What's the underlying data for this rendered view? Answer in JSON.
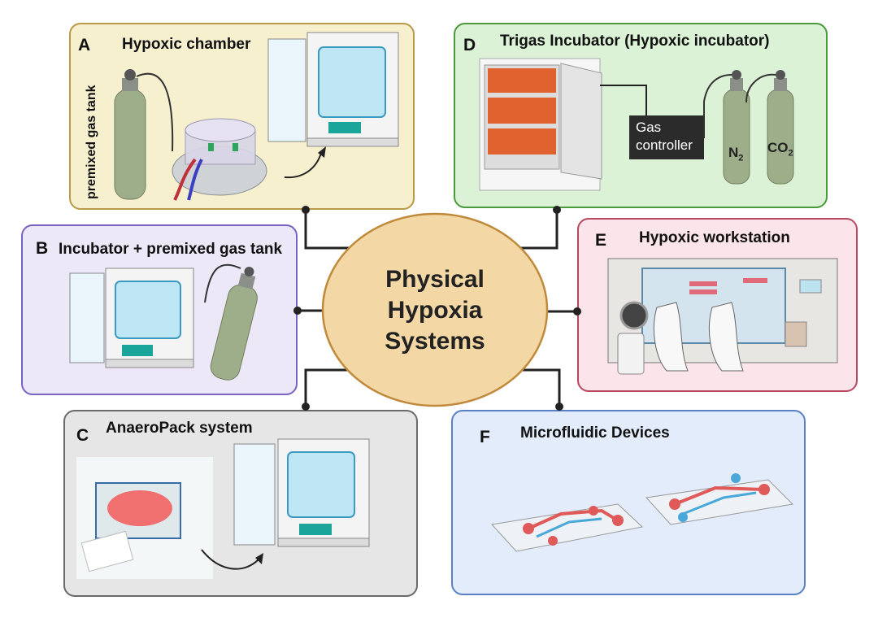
{
  "center": {
    "lines": [
      "Physical",
      "Hypoxia",
      "Systems"
    ]
  },
  "panels": {
    "A": {
      "letter": "A",
      "title": "Hypoxic chamber",
      "tank_label": "premixed gas tank"
    },
    "B": {
      "letter": "B",
      "title": "Incubator + premixed gas tank"
    },
    "C": {
      "letter": "C",
      "title": "AnaeroPack system"
    },
    "D": {
      "letter": "D",
      "title": "Trigas Incubator (Hypoxic incubator)",
      "controller_line1": "Gas",
      "controller_line2": "controller",
      "gas1": "N",
      "gas1_sub": "2",
      "gas2": "CO",
      "gas2_sub": "2"
    },
    "E": {
      "letter": "E",
      "title": "Hypoxic workstation"
    },
    "F": {
      "letter": "F",
      "title": "Microfluidic Devices"
    }
  },
  "colors": {
    "A_fill": "#f6f0cf",
    "A_border": "#b89a48",
    "B_fill": "#ece8f8",
    "B_border": "#7a62c0",
    "C_fill": "#e6e6e6",
    "C_border": "#6a6a6a",
    "D_fill": "#dcf2d6",
    "D_border": "#4a9a3c",
    "E_fill": "#fbe4ea",
    "E_border": "#b84860",
    "F_fill": "#e2ecfa",
    "F_border": "#5a80c4",
    "center_fill": "#f3d7a4",
    "center_border": "#c08a3c"
  }
}
